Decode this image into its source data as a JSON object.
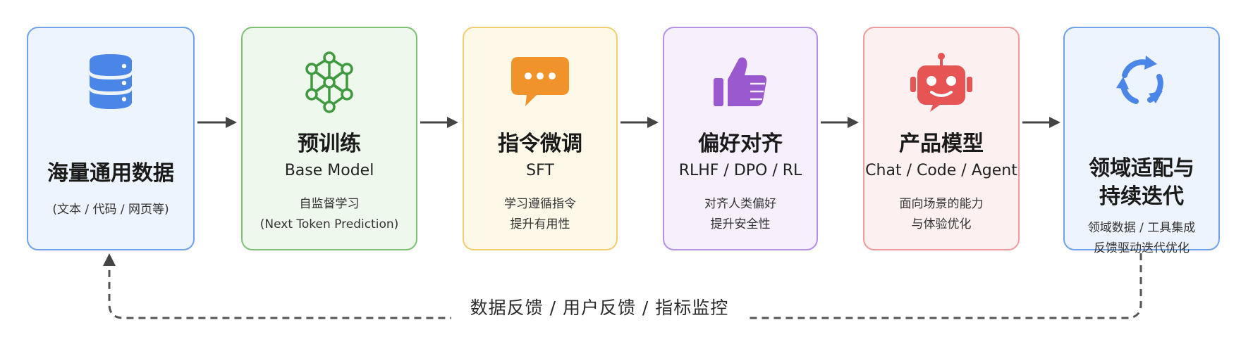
{
  "stages": [
    {
      "title": "海量通用数据",
      "desc": [
        "(文本 / 代码 / 网页等)"
      ],
      "icon": "database-icon",
      "accent": "#4a86e8"
    },
    {
      "title": "预训练",
      "subtitle": "Base Model",
      "desc": [
        "自监督学习",
        "(Next Token Prediction)"
      ],
      "icon": "neural-network-icon",
      "accent": "#3e9a3e"
    },
    {
      "title": "指令微调",
      "subtitle": "SFT",
      "desc": [
        "学习遵循指令",
        "提升有用性"
      ],
      "icon": "chat-bubble-icon",
      "accent": "#f0932b"
    },
    {
      "title": "偏好对齐",
      "subtitle": "RLHF / DPO / RL",
      "desc": [
        "对齐人类偏好",
        "提升安全性"
      ],
      "icon": "thumbs-up-icon",
      "accent": "#9b59d0"
    },
    {
      "title": "产品模型",
      "subtitle": "Chat / Code / Agent",
      "desc": [
        "面向场景的能力",
        "与体验优化"
      ],
      "icon": "robot-icon",
      "accent": "#e65454"
    },
    {
      "title": [
        "领域适配与",
        "持续迭代"
      ],
      "desc": [
        "领域数据 / 工具集成",
        "反馈驱动迭代优化"
      ],
      "icon": "refresh-cycle-icon",
      "accent": "#4a86e8"
    }
  ],
  "feedback_loop": {
    "label": "数据反馈 / 用户反馈 / 指标监控"
  }
}
